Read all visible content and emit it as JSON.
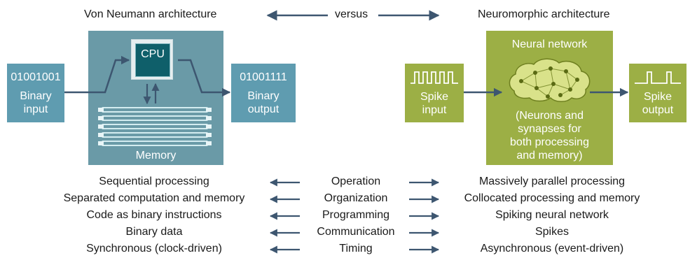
{
  "titles": {
    "left": "Von Neumann architecture",
    "middle": "versus",
    "right": "Neuromorphic architecture"
  },
  "von_neumann": {
    "binary_input": {
      "code": "01001001",
      "label_line1": "Binary",
      "label_line2": "input"
    },
    "cpu_label": "CPU",
    "memory_label": "Memory",
    "binary_output": {
      "code": "01001111",
      "label_line1": "Binary",
      "label_line2": "output"
    }
  },
  "neuromorphic": {
    "spike_input": {
      "label_line1": "Spike",
      "label_line2": "input"
    },
    "neural_network": {
      "title": "Neural network",
      "desc_lines": [
        "(Neurons and",
        "synapses for",
        "both processing",
        "and memory)"
      ]
    },
    "spike_output": {
      "label_line1": "Spike",
      "label_line2": "output"
    }
  },
  "comparisons": [
    {
      "left": "Sequential processing",
      "aspect": "Operation",
      "right": "Massively parallel processing"
    },
    {
      "left": "Separated computation and memory",
      "aspect": "Organization",
      "right": "Collocated processing and memory"
    },
    {
      "left": "Code as binary instructions",
      "aspect": "Programming",
      "right": "Spiking neural network"
    },
    {
      "left": "Binary data",
      "aspect": "Communication",
      "right": "Spikes"
    },
    {
      "left": "Synchronous (clock-driven)",
      "aspect": "Timing",
      "right": "Asynchronous (event-driven)"
    }
  ],
  "colors": {
    "teal_box": "#5f9cb0",
    "teal_panel": "#6a9aa7",
    "cpu_chip": "#0f5f6a",
    "green_box": "#9caf45",
    "arrow": "#3d5670"
  }
}
